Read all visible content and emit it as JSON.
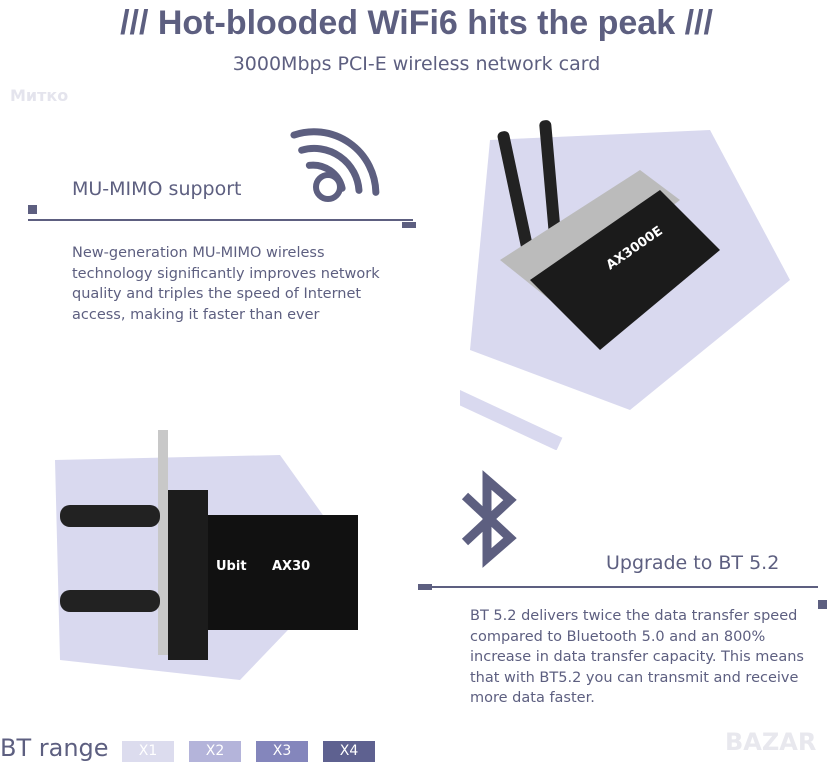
{
  "header": {
    "title": "/// Hot-blooded WiFi6 hits the peak ///",
    "subtitle": "3000Mbps PCI-E wireless network card"
  },
  "mumimo": {
    "heading": "MU-MIMO support",
    "text": "New-generation MU-MIMO wireless technology significantly improves network quality and triples the speed of Internet access, making it faster than ever",
    "icon": "wifi-icon"
  },
  "bt": {
    "heading": "Upgrade to BT 5.2",
    "text": "BT 5.2 delivers twice the data transfer speed compared to Bluetooth 5.0 and an 800% increase in data transfer capacity. This means that with BT5.2 you can transmit and receive more data faster.",
    "icon": "bluetooth-icon"
  },
  "product": {
    "brand": "Ubit",
    "model_top": "AX3000E",
    "model_bottom": "AX30"
  },
  "range": {
    "label": "BT range",
    "levels": [
      {
        "label": "X1",
        "color": "#dcdcee"
      },
      {
        "label": "X2",
        "color": "#b4b4da"
      },
      {
        "label": "X3",
        "color": "#8486bc"
      },
      {
        "label": "X4",
        "color": "#5e6190"
      }
    ]
  },
  "watermarks": {
    "top_left": "Митко",
    "bottom_right": "BAZAR"
  },
  "colors": {
    "text": "#5d5f80",
    "panel": "#d9d9ef"
  }
}
